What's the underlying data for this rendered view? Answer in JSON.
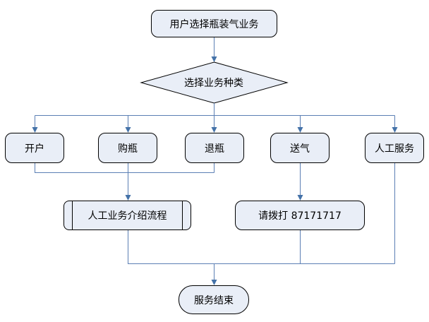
{
  "colors": {
    "node_fill": "#E9EEF7",
    "node_border": "#000000",
    "connector": "#5B7FB4",
    "arrow": "#4472A8",
    "background": "#FFFFFF"
  },
  "nodes": {
    "start": {
      "type": "terminator",
      "label": "用户选择瓶装气业务"
    },
    "decision": {
      "type": "decision",
      "label": "选择业务种类"
    },
    "options": [
      {
        "type": "process",
        "label": "开户"
      },
      {
        "type": "process",
        "label": "购瓶"
      },
      {
        "type": "process",
        "label": "退瓶"
      },
      {
        "type": "process",
        "label": "送气"
      },
      {
        "type": "process",
        "label": "人工服务"
      }
    ],
    "manual_intro": {
      "type": "predefined-process",
      "label": "人工业务介绍流程"
    },
    "call_hotline": {
      "type": "process",
      "label": "请拨打 87171717",
      "phone_number": "87171717"
    },
    "end": {
      "type": "terminator",
      "label": "服务结束"
    }
  }
}
